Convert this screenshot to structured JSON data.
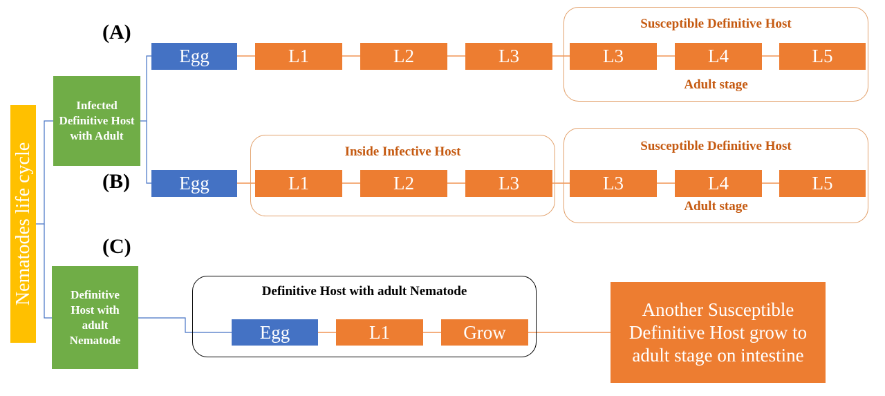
{
  "sidebar": {
    "title": "Nematodes life cycle"
  },
  "row_a": {
    "letter": "(A)",
    "source": "Infected Definitive Host with Adult",
    "stages": [
      "Egg",
      "L1",
      "L2",
      "L3",
      "L3",
      "L4",
      "L5"
    ],
    "host_label": "Susceptible Definitive Host",
    "adult_label": "Adult stage"
  },
  "row_b": {
    "letter": "(B)",
    "stages": [
      "Egg",
      "L1",
      "L2",
      "L3",
      "L3",
      "L4",
      "L5"
    ],
    "inside_label": "Inside Infective Host",
    "host_label": "Susceptible Definitive Host",
    "adult_label": "Adult stage"
  },
  "row_c": {
    "letter": "(C)",
    "source": "Definitive Host with adult Nematode",
    "panel_label": "Definitive Host with adult Nematode",
    "stages": [
      "Egg",
      "L1",
      "Grow"
    ],
    "outcome": "Another Susceptible Definitive Host grow to adult stage on intestine"
  },
  "colors": {
    "stage": "#ed7d31",
    "egg": "#4472c4",
    "host": "#70ad47",
    "sidebar": "#ffc000",
    "panel_text": "#c55a11"
  }
}
